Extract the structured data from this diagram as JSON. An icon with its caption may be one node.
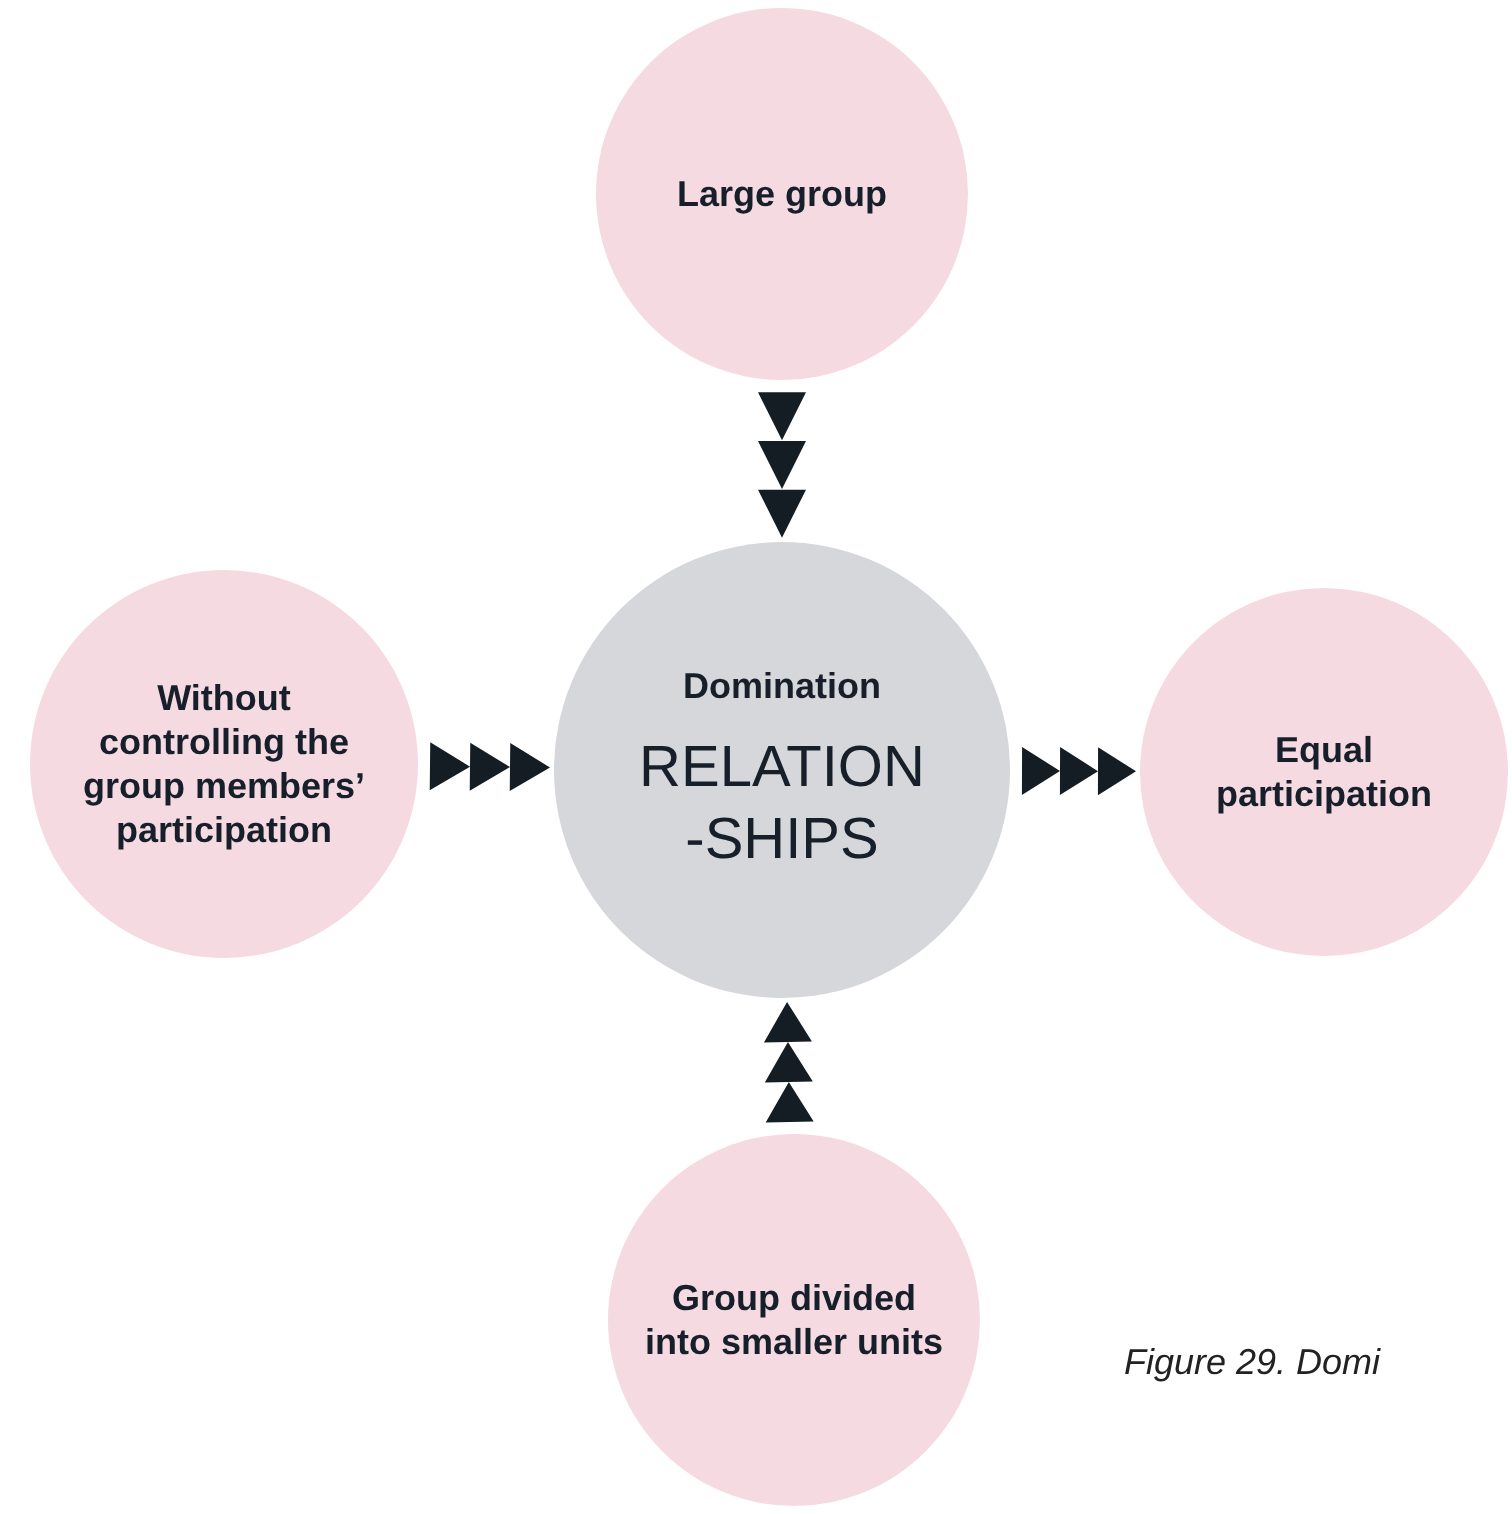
{
  "diagram": {
    "caption": "Figure 29. Domi",
    "nodes": [
      {
        "text": [
          "Large group"
        ]
      },
      {
        "text": [
          "Without controlling the group members’ participation"
        ]
      },
      {
        "text": [
          "Domination",
          "RELATION-SHIPS"
        ]
      },
      {
        "text": [
          "Equal participation"
        ]
      },
      {
        "text": [
          "Group divided into smaller units"
        ]
      }
    ],
    "edges": [
      {
        "from": 0,
        "to": 2,
        "arrow": "to"
      },
      {
        "from": 1,
        "to": 2,
        "arrow": "to"
      },
      {
        "from": 2,
        "to": 3,
        "arrow": "to"
      },
      {
        "from": 4,
        "to": 2,
        "arrow": "to"
      }
    ]
  }
}
